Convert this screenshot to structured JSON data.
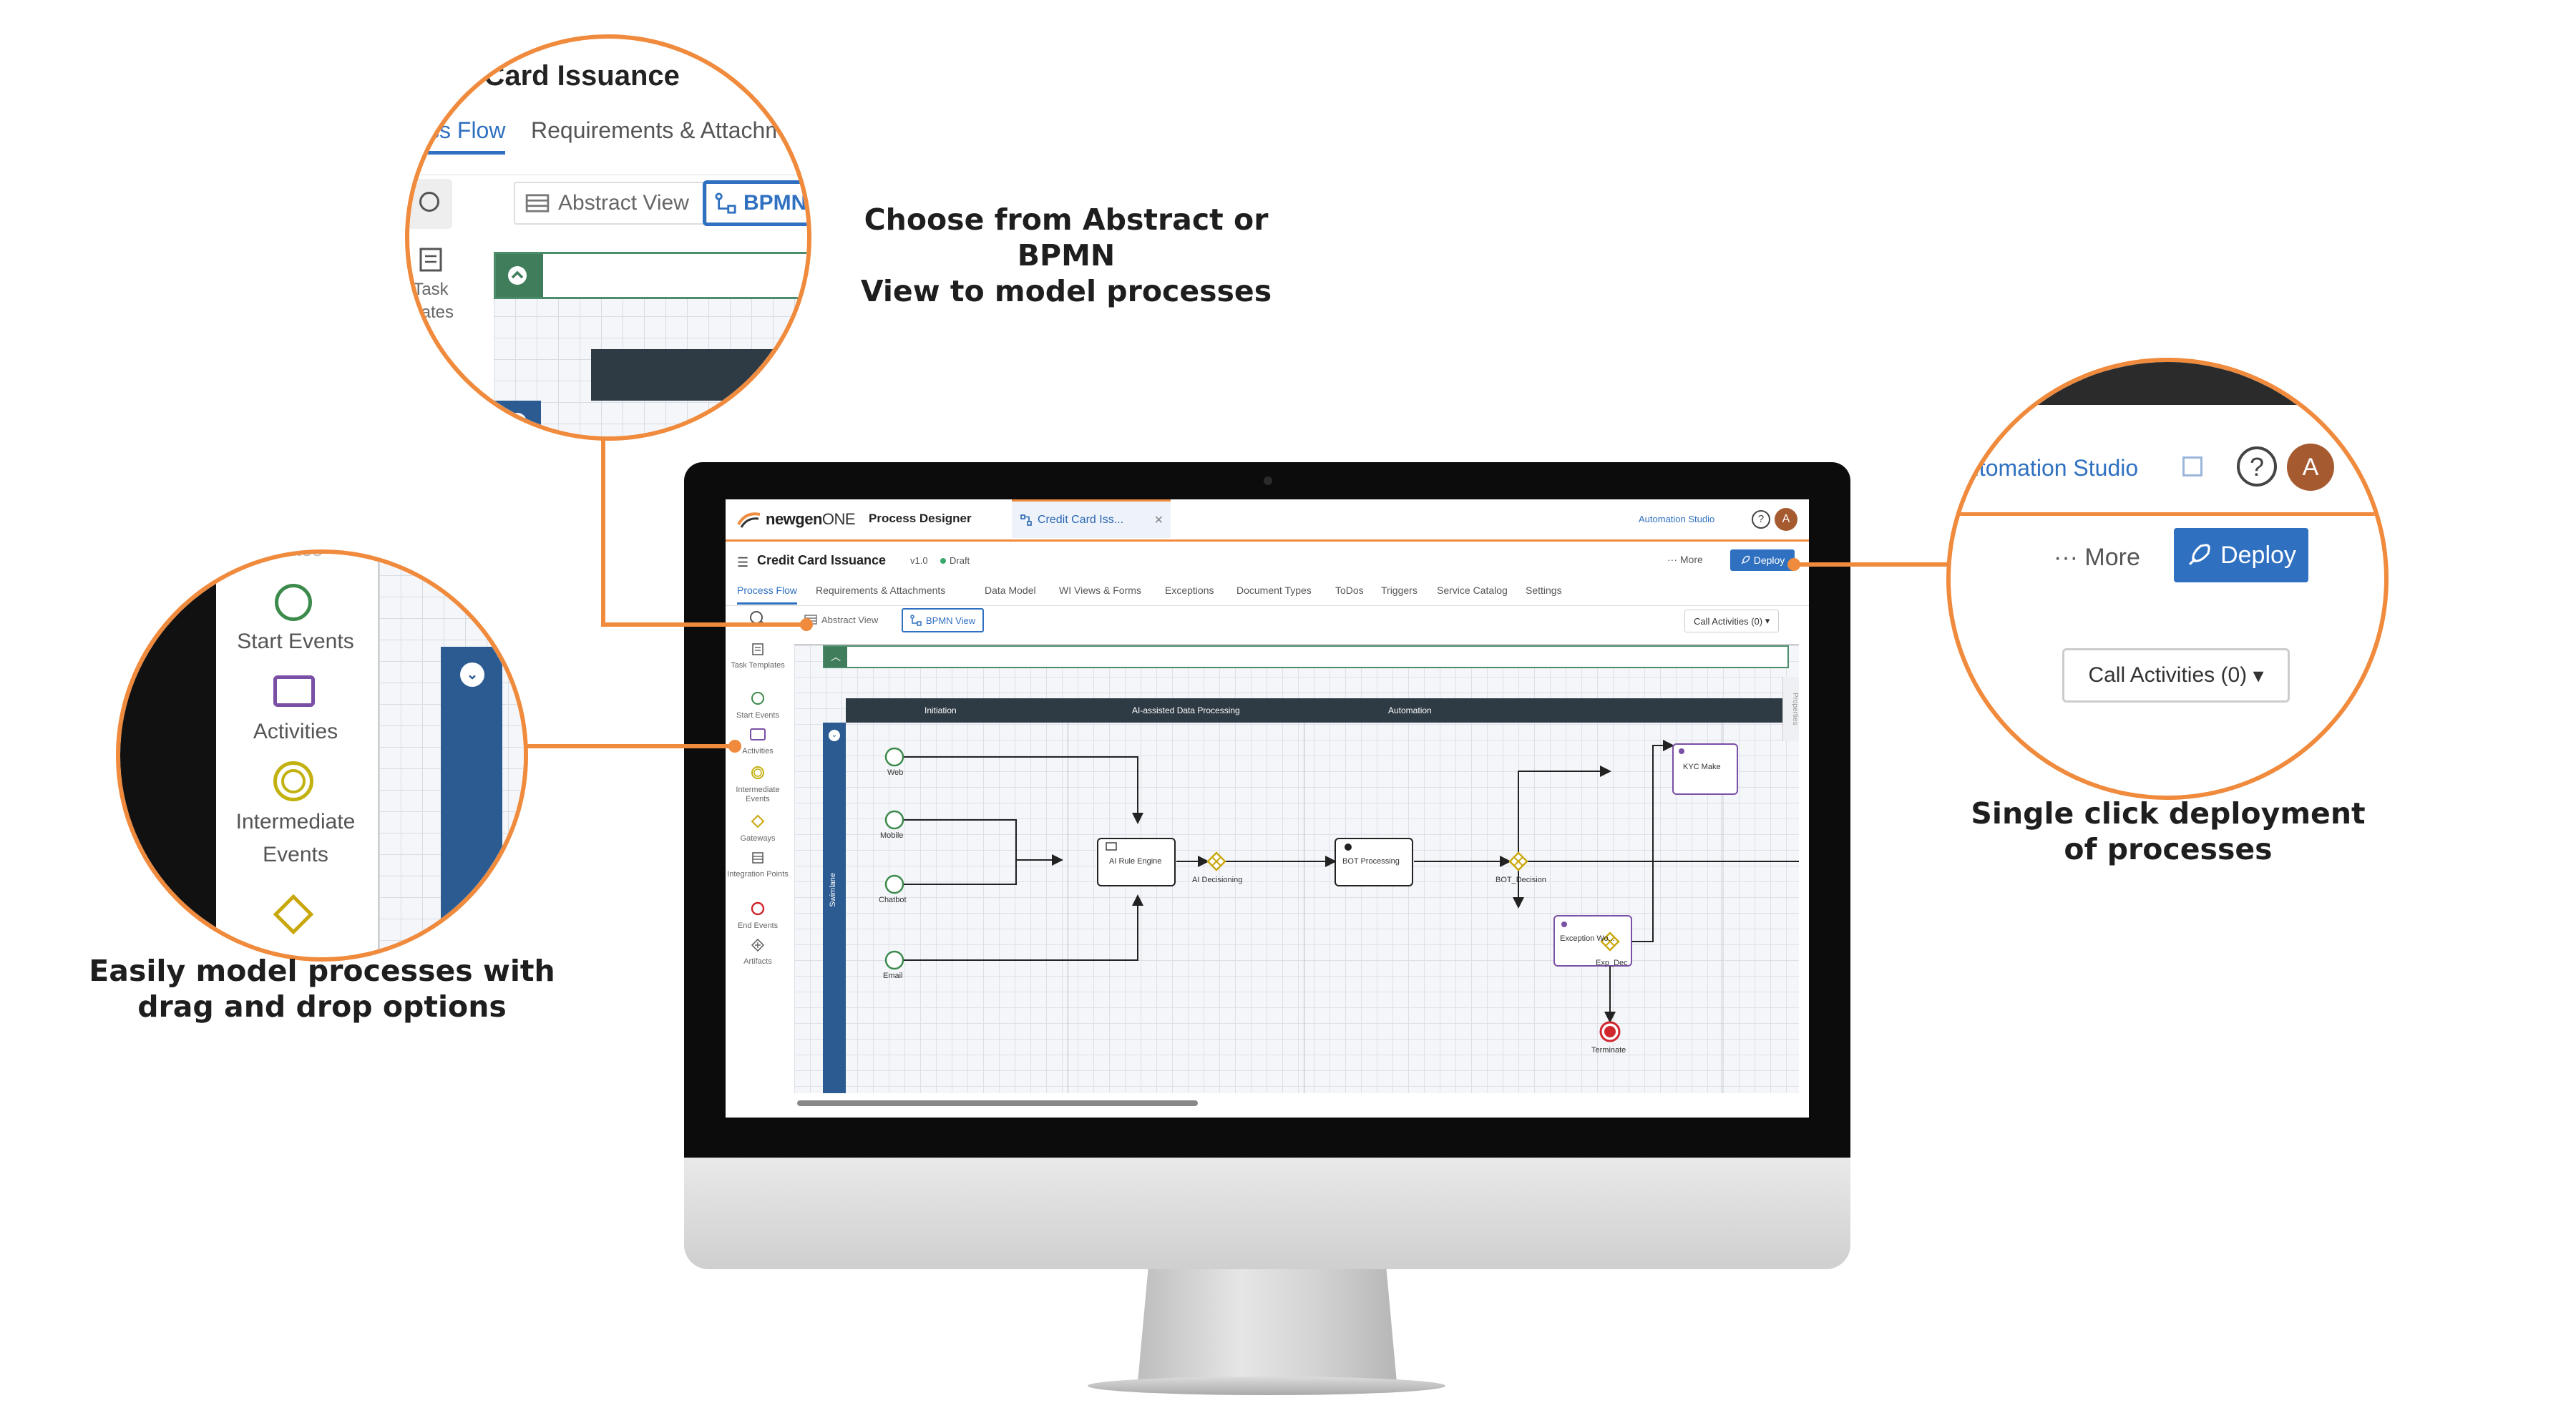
{
  "app": {
    "brand_prefix": "newgen",
    "brand_suffix": "ONE",
    "module": "Process Designer",
    "open_tab": "Credit Card Iss...",
    "automation_link": "Automation Studio",
    "help": "?",
    "user_initial": "A"
  },
  "document": {
    "title": "Credit Card Issuance",
    "version": "v1.0",
    "status": "Draft",
    "more_label": "More",
    "deploy_label": "Deploy"
  },
  "nav_tabs": [
    "Process Flow",
    "Requirements & Attachments",
    "Data Model",
    "WI Views & Forms",
    "Exceptions",
    "Document Types",
    "ToDos",
    "Triggers",
    "Service Catalog",
    "Settings"
  ],
  "toolbar": {
    "abstract_view": "Abstract View",
    "bpmn_view": "BPMN View",
    "call_activities": "Call Activities (0)"
  },
  "palette": [
    "Task Templates",
    "Start Events",
    "Activities",
    "Intermediate Events",
    "Gateways",
    "Integration Points",
    "End Events",
    "Artifacts"
  ],
  "canvas": {
    "lanes": [
      "Initiation",
      "AI-assisted Data Processing",
      "Automation"
    ],
    "swimlane": "Swimlane",
    "properties_tab": "Properties",
    "nodes": {
      "web": "Web",
      "mobile": "Mobile",
      "chatbot": "Chatbot",
      "email": "Email",
      "ai_rule_engine": "AI Rule Engine",
      "ai_decisioning": "AI Decisioning",
      "bot_processing": "BOT Processing",
      "bot_decision": "BOT_Decision",
      "kyc": "KYC Make",
      "exception": "Exception Wo...",
      "exp_dec": "Exp_Dec",
      "terminate": "Terminate"
    }
  },
  "callouts": {
    "view": {
      "caption_line1": "Choose from Abstract or BPMN",
      "caption_line2": "View to model processes",
      "zoom_title": "t Card Issuance",
      "zoom_tab_active": "ss Flow",
      "zoom_tab_next": "Requirements & Attachm",
      "zoom_abstract": "Abstract View",
      "zoom_bpmn": "BPMN",
      "zoom_task": "Task",
      "zoom_templates": "plates"
    },
    "drag": {
      "caption_line1": "Easily model processes with",
      "caption_line2": "drag and drop options",
      "zoom_top": "plates",
      "zoom_start": "Start Events",
      "zoom_activities": "Activities",
      "zoom_intermediate_1": "Intermediate",
      "zoom_intermediate_2": "Events"
    },
    "deploy": {
      "caption_line1": "Single click deployment",
      "caption_line2": "of processes",
      "zoom_automation": "utomation Studio",
      "zoom_help": "?",
      "zoom_avatar": "A",
      "zoom_more": "More",
      "zoom_deploy": "Deploy",
      "zoom_call": "Call Activities (0)"
    }
  },
  "colors": {
    "accent_orange": "#f08a3c",
    "primary_blue": "#2f70c1",
    "pool_green": "#3f7d5b",
    "lane_dark": "#2e3a44",
    "swimlane_blue": "#2c5b92"
  }
}
